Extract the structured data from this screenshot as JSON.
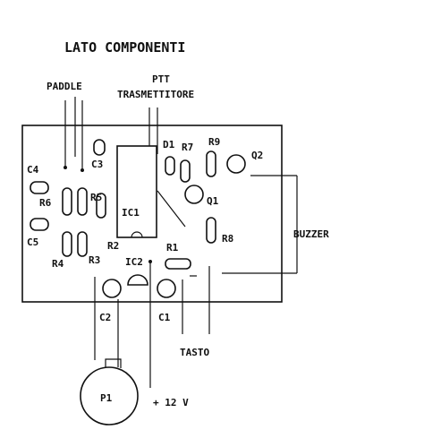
{
  "title": "LATO COMPONENTI",
  "labels": {
    "paddle": "PADDLE",
    "ptt": "PTT",
    "trasmettitore": "TRASMETTITORE",
    "d1": "D1",
    "r7": "R7",
    "r9": "R9",
    "q2": "Q2",
    "c4": "C4",
    "c3": "C3",
    "r6": "R6",
    "r5": "R5",
    "ic1": "IC1",
    "q1": "Q1",
    "c5": "C5",
    "r8": "R8",
    "buzzer": "BUZZER",
    "r2": "R2",
    "r1": "R1",
    "r4": "R4",
    "r3": "R3",
    "ic2": "IC2",
    "c2": "C2",
    "c1": "C1",
    "tasto": "TASTO",
    "p1": "P1",
    "supply": "+ 12 V"
  }
}
